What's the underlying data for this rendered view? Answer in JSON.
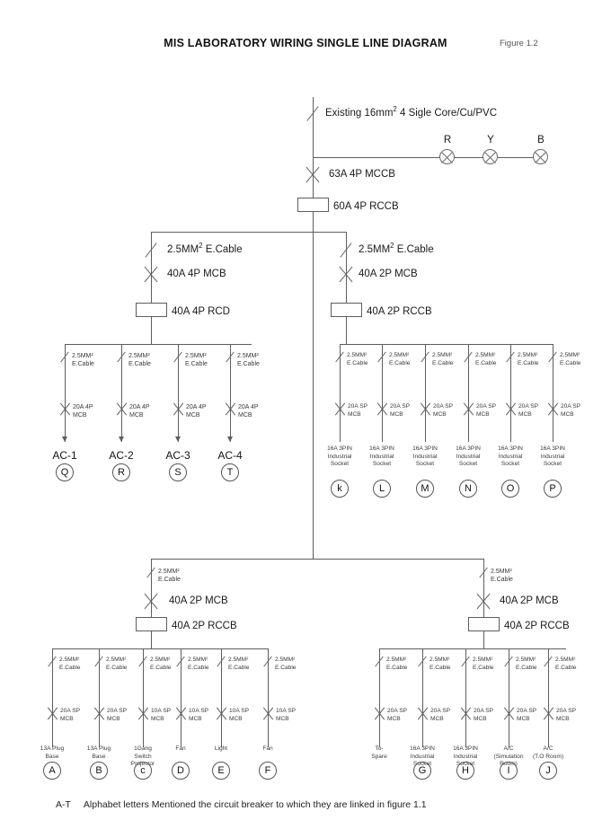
{
  "document": {
    "title": "MIS LABORATORY WIRING SINGLE LINE DIAGRAM",
    "figure_label": "Figure 1.2",
    "footnote_range": "A-T",
    "footnote_text": "Alphabet letters Mentioned the circuit breaker to which they are linked in figure 1.1"
  },
  "incomer": {
    "cable": {
      "prefix": "Existing 16mm",
      "sup": "2",
      "suffix": " 4 Sigle Core/Cu/PVC"
    },
    "main_breaker": "63A 4P MCCB",
    "main_rccb": "60A 4P RCCB"
  },
  "indicator_lamps": [
    {
      "phase": "R"
    },
    {
      "phase": "Y"
    },
    {
      "phase": "B"
    }
  ],
  "branches": {
    "ac_branch": {
      "cable_prefix": "2.5MM",
      "cable_sup": "2",
      "cable_suffix": " E.Cable",
      "breaker": "40A 4P MCB",
      "rcd": "40A 4P RCD"
    },
    "socket_branch": {
      "cable_prefix": "2.5MM",
      "cable_sup": "2",
      "cable_suffix": " E.Cable",
      "breaker": "40A 2P MCB",
      "rcd": "40A 2P RCCB"
    },
    "lower_left_branch": {
      "cable_line1": "2.5MM²",
      "cable_line2": "E.Cable",
      "breaker": "40A 2P MCB",
      "rcd": "40A 2P RCCB"
    },
    "lower_right_branch": {
      "cable_line1": "2.5MM²",
      "cable_line2": "E.Cable",
      "breaker": "40A 2P MCB",
      "rcd": "40A 2P RCCB"
    }
  },
  "cable_tag": {
    "line1": "2.5MM²",
    "line2": "E.Cable"
  },
  "ac_circuits": [
    {
      "cable_line1": "2.5MM²",
      "cable_line2": "E.Cable",
      "mcb_line1": "20A 4P",
      "mcb_line2": "MCB",
      "load": "AC-1",
      "ref": "Q"
    },
    {
      "cable_line1": "2.5MM²",
      "cable_line2": "E.Cable",
      "mcb_line1": "20A 4P",
      "mcb_line2": "MCB",
      "load": "AC-2",
      "ref": "R"
    },
    {
      "cable_line1": "2.5MM²",
      "cable_line2": "E.Cable",
      "mcb_line1": "20A 4P",
      "mcb_line2": "MCB",
      "load": "AC-3",
      "ref": "S"
    },
    {
      "cable_line1": "2.5MM²",
      "cable_line2": "E.Cable",
      "mcb_line1": "20A 4P",
      "mcb_line2": "MCB",
      "load": "AC-4",
      "ref": "T"
    }
  ],
  "socket_circuits": [
    {
      "cable_line1": "2.5MM²",
      "cable_line2": "E.Cable",
      "mcb_line1": "20A SP",
      "mcb_line2": "MCB",
      "load_line1": "16A 3PIN",
      "load_line2": "Industrial",
      "load_line3": "Socket",
      "ref": "k"
    },
    {
      "cable_line1": "2.5MM²",
      "cable_line2": "E.Cable",
      "mcb_line1": "20A SP",
      "mcb_line2": "MCB",
      "load_line1": "16A 3PIN",
      "load_line2": "Industrial",
      "load_line3": "Socket",
      "ref": "L"
    },
    {
      "cable_line1": "2.5MM²",
      "cable_line2": "E.Cable",
      "mcb_line1": "20A SP",
      "mcb_line2": "MCB",
      "load_line1": "16A 3PIN",
      "load_line2": "Industrial",
      "load_line3": "Socket",
      "ref": "M"
    },
    {
      "cable_line1": "2.5MM²",
      "cable_line2": "E.Cable",
      "mcb_line1": "20A SP",
      "mcb_line2": "MCB",
      "load_line1": "16A 3PIN",
      "load_line2": "Industrial",
      "load_line3": "Socket",
      "ref": "N"
    },
    {
      "cable_line1": "2.5MM²",
      "cable_line2": "E.Cable",
      "mcb_line1": "20A SP",
      "mcb_line2": "MCB",
      "load_line1": "16A 3PIN",
      "load_line2": "Industrial",
      "load_line3": "Socket",
      "ref": "O"
    },
    {
      "cable_line1": "2.5MM²",
      "cable_line2": "E.Cable",
      "mcb_line1": "20A SP",
      "mcb_line2": "MCB",
      "load_line1": "16A 3PIN",
      "load_line2": "Industrial",
      "load_line3": "Socket",
      "ref": "P"
    }
  ],
  "lower_left_circuits": [
    {
      "cable_line1": "2.5MM²",
      "cable_line2": "E.Cable",
      "mcb_line1": "20A SP",
      "mcb_line2": "MCB",
      "load_line1": "13A Plug",
      "load_line2": "Base",
      "load_line3": "",
      "ref": "A"
    },
    {
      "cable_line1": "2.5MM²",
      "cable_line2": "E.Cable",
      "mcb_line1": "20A SP",
      "mcb_line2": "MCB",
      "load_line1": "13A Plug",
      "load_line2": "Base",
      "load_line3": "",
      "ref": "B"
    },
    {
      "cable_line1": "2.5MM²",
      "cable_line2": "E.Cable",
      "mcb_line1": "10A SP",
      "mcb_line2": "MCB",
      "load_line1": "1Gang",
      "load_line2": "Switch",
      "load_line3": "Projector",
      "ref": "c"
    },
    {
      "cable_line1": "2.5MM²",
      "cable_line2": "E.Cable",
      "mcb_line1": "10A SP",
      "mcb_line2": "MCB",
      "load_line1": "Fan",
      "load_line2": "",
      "load_line3": "",
      "ref": "D"
    },
    {
      "cable_line1": "2.5MM²",
      "cable_line2": "E.Cable",
      "mcb_line1": "10A SP",
      "mcb_line2": "MCB",
      "load_line1": "Light",
      "load_line2": "",
      "load_line3": "",
      "ref": "E"
    },
    {
      "cable_line1": "2.5MM²",
      "cable_line2": "E.Cable",
      "mcb_line1": "10A SP",
      "mcb_line2": "MCB",
      "load_line1": "Fan",
      "load_line2": "",
      "load_line3": "",
      "ref": "F"
    }
  ],
  "lower_right_circuits": [
    {
      "cable_line1": "2.5MM²",
      "cable_line2": "E.Cable",
      "mcb_line1": "20A SP",
      "mcb_line2": "MCB",
      "load_line1": "To-",
      "load_line2": "Spare",
      "load_line3": "",
      "ref": ""
    },
    {
      "cable_line1": "2.5MM²",
      "cable_line2": "E.Cable",
      "mcb_line1": "20A SP",
      "mcb_line2": "MCB",
      "load_line1": "16A 3PIN",
      "load_line2": "Industrial",
      "load_line3": "Socket",
      "ref": "G"
    },
    {
      "cable_line1": "2.5MM²",
      "cable_line2": "E.Cable",
      "mcb_line1": "20A SP",
      "mcb_line2": "MCB",
      "load_line1": "16A 3PIN",
      "load_line2": "Industrial",
      "load_line3": "Socket",
      "ref": "H"
    },
    {
      "cable_line1": "2.5MM²",
      "cable_line2": "E.Cable",
      "mcb_line1": "20A SP",
      "mcb_line2": "MCB",
      "load_line1": "A/C",
      "load_line2": "(Simulation",
      "load_line3": "Room)",
      "ref": "I"
    },
    {
      "cable_line1": "2.5MM²",
      "cable_line2": "E.Cable",
      "mcb_line1": "20A SP",
      "mcb_line2": "MCB",
      "load_line1": "A/C",
      "load_line2": "(T.O Room)",
      "load_line3": "",
      "ref": "J"
    }
  ],
  "colors": {
    "line": "#5d5d5d",
    "text": "#1a1a1a",
    "muted": "#3a3a3a",
    "background": "#ffffff"
  }
}
